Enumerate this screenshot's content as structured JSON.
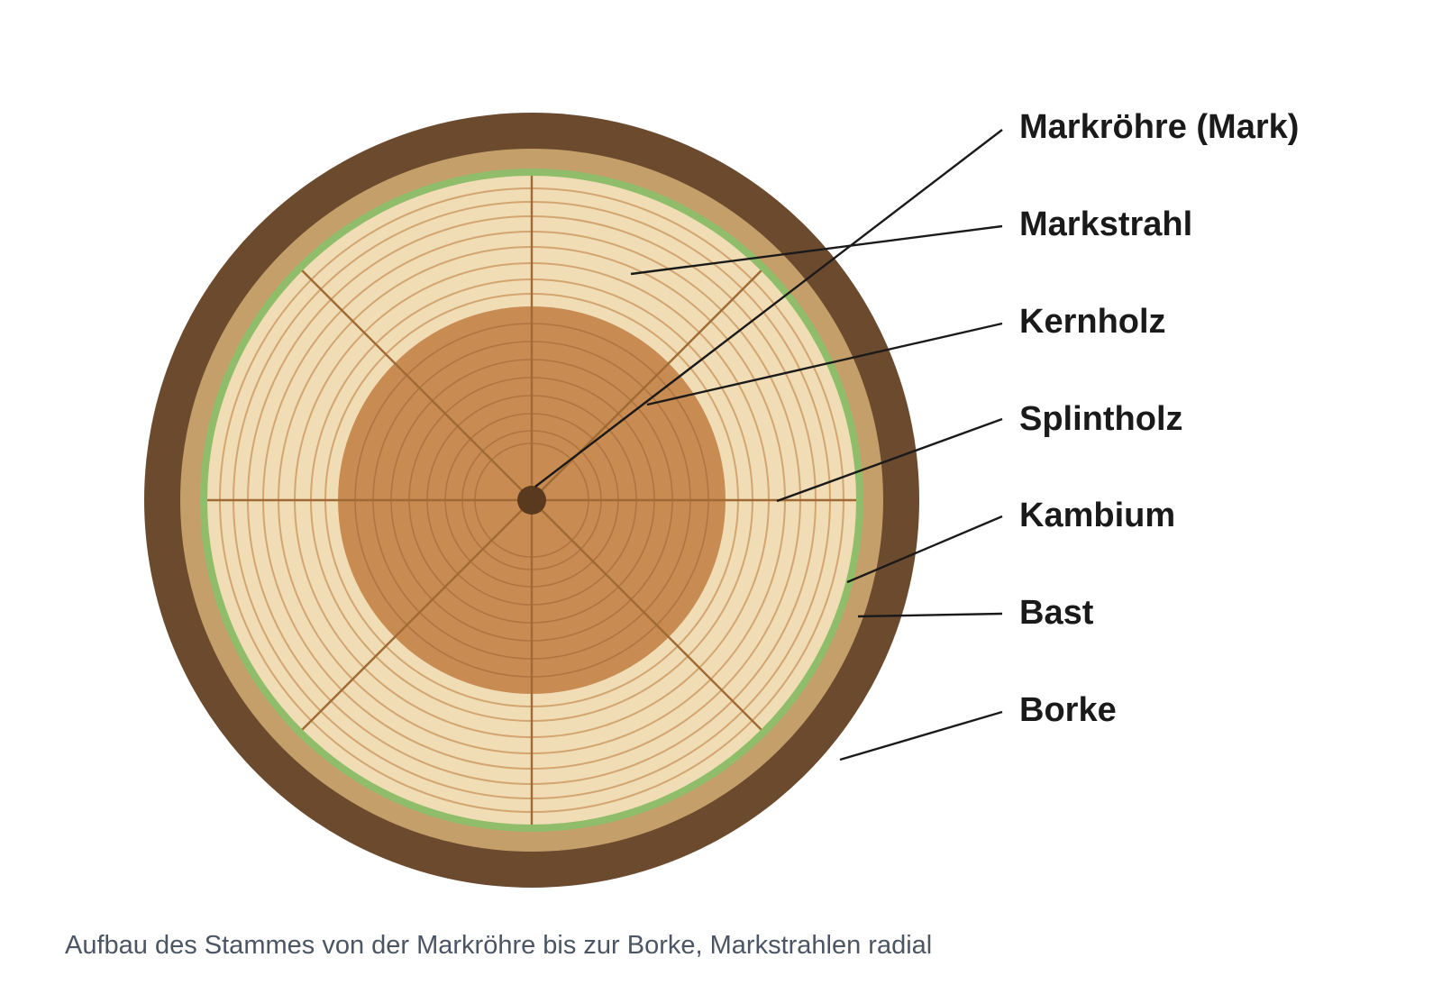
{
  "diagram": {
    "labels": [
      {
        "id": "mark",
        "text": "Markröhre (Mark)"
      },
      {
        "id": "markstrahl",
        "text": "Markstrahl"
      },
      {
        "id": "kernholz",
        "text": "Kernholz"
      },
      {
        "id": "splintholz",
        "text": "Splintholz"
      },
      {
        "id": "kambium",
        "text": "Kambium"
      },
      {
        "id": "bast",
        "text": "Bast"
      },
      {
        "id": "borke",
        "text": "Borke"
      }
    ],
    "caption": "Aufbau des Stammes von der Markröhre bis zur Borke, Markstrahlen radial",
    "colors": {
      "borke": "#6b4a2e",
      "bast": "#c49f6a",
      "kambium": "#8fbd6a",
      "splintholz": "#f0dcb5",
      "kernholz": "#c88b52",
      "ring_sap": "#d3a570",
      "ring_heart": "#a86d3a",
      "markstrahl": "#a06a34",
      "mark": "#5a3a1e"
    }
  }
}
